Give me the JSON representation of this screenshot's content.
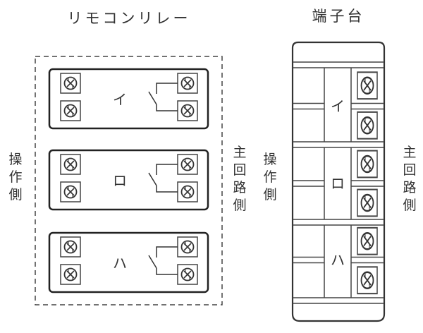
{
  "remote_relay": {
    "title": "リモコンリレー",
    "left_label": [
      "操",
      "作",
      "側"
    ],
    "right_label": [
      "主",
      "回",
      "路",
      "側"
    ],
    "modules": [
      {
        "id": "i",
        "label": "イ"
      },
      {
        "id": "ro",
        "label": "ロ"
      },
      {
        "id": "ha",
        "label": "ハ"
      }
    ],
    "screw_icon": "terminal-screw-icon",
    "switch_icon": "contact-switch-icon"
  },
  "terminal_block": {
    "title": "端子台",
    "left_label": [
      "操",
      "作",
      "側"
    ],
    "right_label": [
      "主",
      "回",
      "路",
      "側"
    ],
    "sections": [
      {
        "id": "i",
        "label": "イ"
      },
      {
        "id": "ro",
        "label": "ロ"
      },
      {
        "id": "ha",
        "label": "ハ"
      }
    ],
    "screw_icon": "terminal-screw-icon"
  },
  "colors": {
    "line": "#333333",
    "background": "#ffffff"
  }
}
